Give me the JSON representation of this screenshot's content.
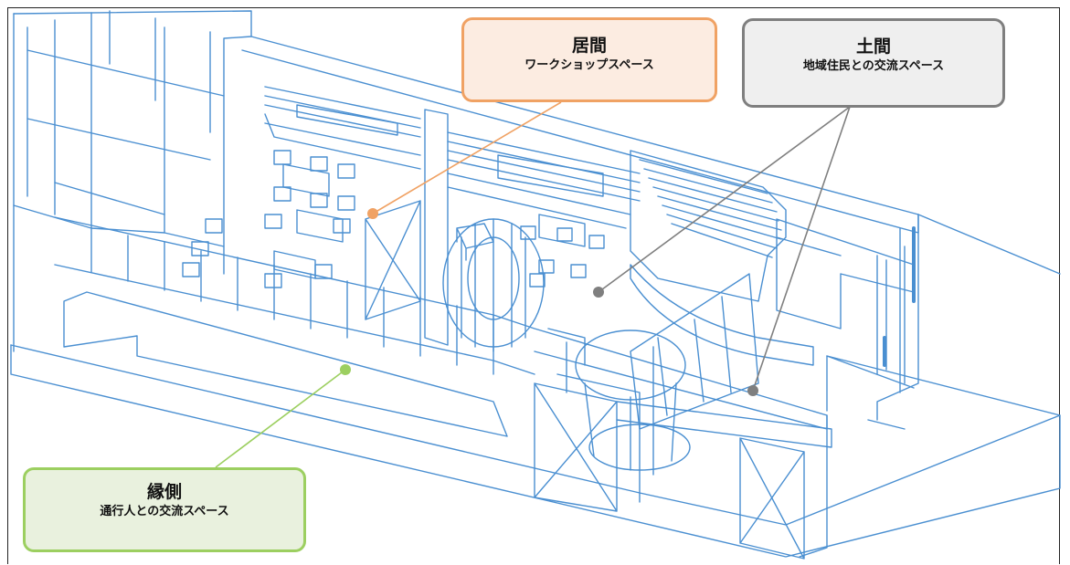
{
  "diagram": {
    "labels": [
      {
        "id": "ima",
        "title": "居間",
        "subtitle": "ワークショップスペース",
        "border_color": "#f0a264",
        "fill_color": "#fcece1",
        "leader_color": "#f0a264"
      },
      {
        "id": "doma",
        "title": "土間",
        "subtitle": "地域住民との交流スペース",
        "border_color": "#7f7f7f",
        "fill_color": "#efefef",
        "leader_color": "#7f7f7f"
      },
      {
        "id": "engawa",
        "title": "縁側",
        "subtitle": "通行人との交流スペース",
        "border_color": "#9ccf60",
        "fill_color": "#e9f1de",
        "leader_color": "#9ccf60"
      }
    ],
    "drawing_line_color": "#4a8fd1",
    "drawing_style": "isometric-wireframe"
  }
}
